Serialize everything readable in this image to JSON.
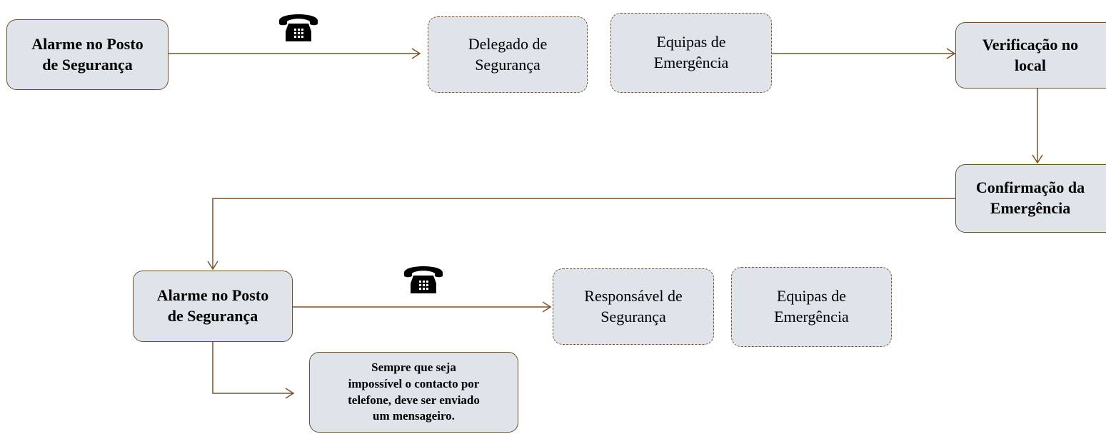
{
  "colors": {
    "box_fill": "#dfe3ea",
    "box_border": "#6e5030",
    "connector": "#7a5230",
    "icon": "#000000"
  },
  "nodes": {
    "alarm_top": {
      "text": "Alarme no Posto\nde Segurança"
    },
    "delegate": {
      "text": "Delegado de\nSegurança"
    },
    "teams_top": {
      "text": "Equipas de\nEmergência"
    },
    "verification": {
      "text": "Verificação no\nlocal"
    },
    "confirmation": {
      "text": "Confirmação da\nEmergência"
    },
    "alarm_bottom": {
      "text": "Alarme no Posto\nde Segurança"
    },
    "responsible": {
      "text": "Responsável de\nSegurança"
    },
    "teams_bottom": {
      "text": "Equipas de\nEmergência"
    },
    "note": {
      "text": "Sempre que seja\nimpossível o contacto por\ntelefone, deve ser enviado\num mensageiro."
    }
  },
  "icons": {
    "phone_top": "telephone-icon",
    "phone_bottom": "telephone-icon"
  },
  "edges": [
    {
      "from": "alarm_top",
      "to": "delegate"
    },
    {
      "from": "teams_top",
      "to": "verification"
    },
    {
      "from": "verification",
      "to": "confirmation"
    },
    {
      "from": "confirmation",
      "to": "alarm_bottom"
    },
    {
      "from": "alarm_bottom",
      "to": "responsible"
    },
    {
      "from": "alarm_bottom",
      "to": "note"
    }
  ]
}
